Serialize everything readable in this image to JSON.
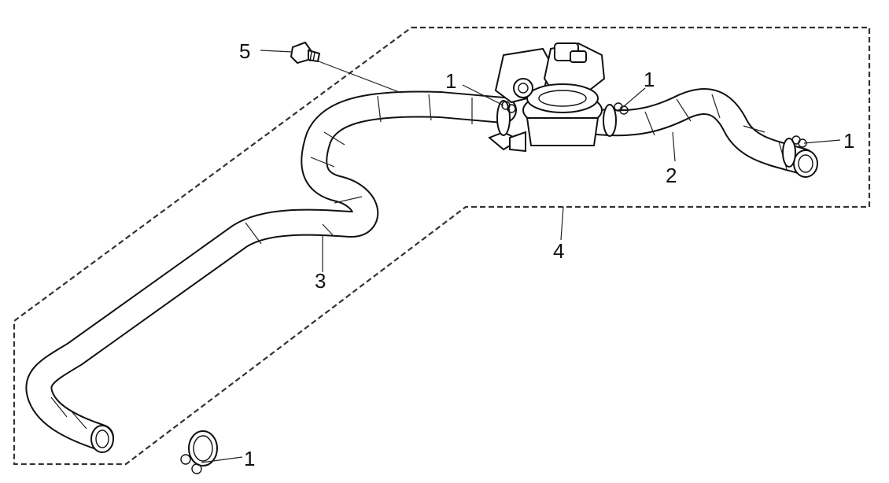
{
  "callouts": {
    "c1_top_left": "1",
    "c1_top_mid": "1",
    "c1_right": "1",
    "c1_bottom": "1",
    "c2": "2",
    "c3": "3",
    "c4": "4",
    "c5": "5"
  }
}
